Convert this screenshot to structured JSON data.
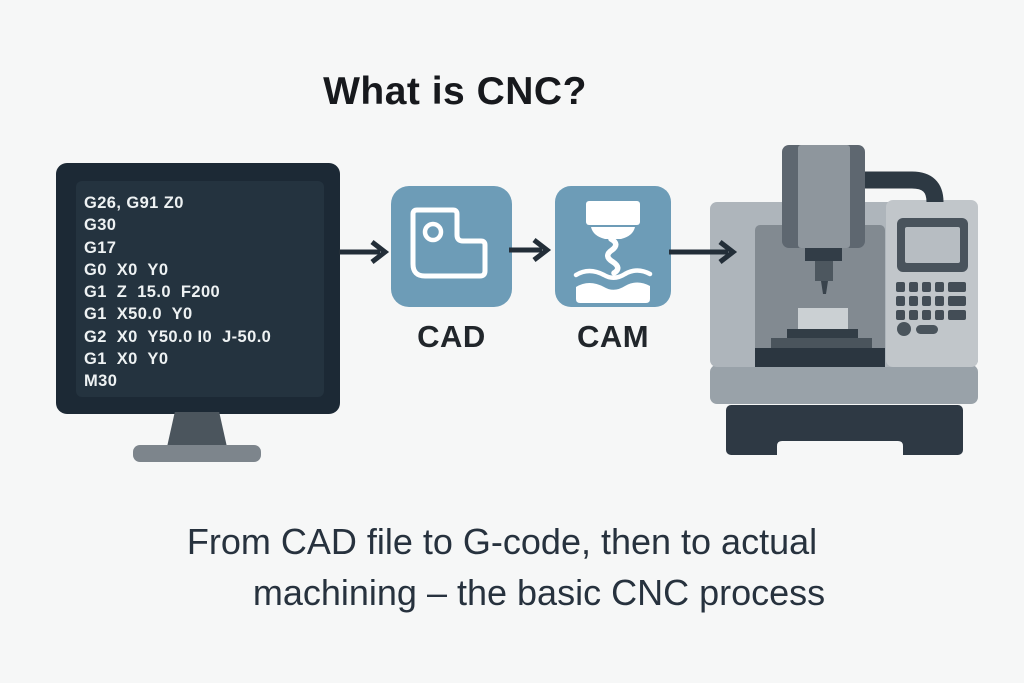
{
  "title": "What is CNC?",
  "monitor": {
    "description": "computer monitor displaying a G-code program",
    "gcode_lines": [
      "G26, G91 Z0",
      "G30",
      "G17",
      "G0  X0  Y0",
      "G1  Z  15.0  F200",
      "G1  X50.0  Y0",
      "G2  X0  Y50.0 I0  J-50.0",
      "G1  X0  Y0",
      "M30"
    ]
  },
  "flow": {
    "cad": {
      "label": "CAD",
      "icon": "cad-part-icon"
    },
    "cam": {
      "label": "CAM",
      "icon": "cam-milling-icon"
    },
    "machine_icon": "cnc-machine-icon",
    "arrow_icon": "arrow-right-icon"
  },
  "caption": {
    "line1": "From CAD file to G-code, then to actual",
    "line2": "machining – the basic CNC process"
  },
  "colors": {
    "background": "#f6f7f7",
    "accent_blue": "#6d9cb7",
    "monitor_bezel": "#1c2935",
    "screen_background": "#24333f",
    "code_text": "#eef2f3",
    "arrow": "#232e38",
    "machine_body": "#aeb5bb",
    "machine_panel": "#c1c6ca",
    "machine_work_area": "#828a91",
    "machine_dark": "#2e3944",
    "title_text": "#17191d",
    "caption_text": "#27323e"
  }
}
